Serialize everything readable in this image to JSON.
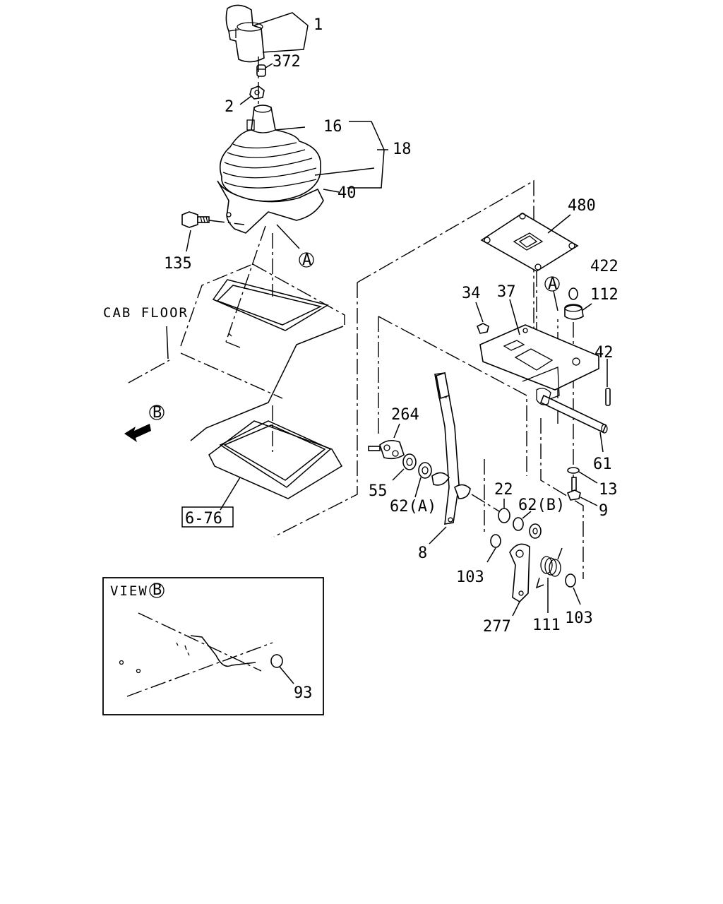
{
  "labels": {
    "p1": "1",
    "p372": "372",
    "p2": "2",
    "p16": "16",
    "p18": "18",
    "p40": "40",
    "p135": "135",
    "refA_top": "A",
    "cab_floor": "CAB FLOOR",
    "refB": "B",
    "p480": "480",
    "p422": "422",
    "p112": "112",
    "p34": "34",
    "p37": "37",
    "refA_plate": "A",
    "p42": "42",
    "p264": "264",
    "p61": "61",
    "p13": "13",
    "p9": "9",
    "p55": "55",
    "p62a": "62(A)",
    "p22": "22",
    "p62b": "62(B)",
    "p8": "8",
    "p103_left": "103",
    "p277": "277",
    "p111": "111",
    "p103_right": "103",
    "ref_box": "6-76",
    "view_label": "VIEW",
    "view_ref": "B",
    "p93": "93"
  }
}
